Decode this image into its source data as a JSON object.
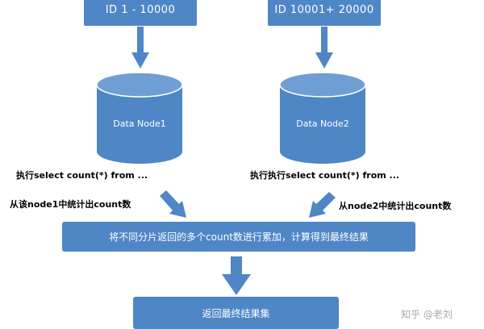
{
  "top_boxes": {
    "left_label": "ID  1 - 10000",
    "right_label": "ID  10001+ 20000"
  },
  "data_nodes": {
    "left_label": "Data Node1",
    "right_label": "Data Node2"
  },
  "exec_labels": {
    "left": "执行select count(*) from ...",
    "right": "执行执行select count(*) from ..."
  },
  "count_labels": {
    "left": "从该node1中统计出count数",
    "right": "从node2中统计出count数"
  },
  "merge_step": {
    "label": "将不同分片返回的多个count数进行累加，计算得到最终结果"
  },
  "result_step": {
    "label": "返回最终结果集"
  },
  "watermark": {
    "text": "知乎 @老刘"
  },
  "colors": {
    "box_blue": "#4f86c6",
    "arrow_blue": "#4f86c6",
    "text_black": "#000000",
    "watermark_gray": "#a8a8a8"
  }
}
